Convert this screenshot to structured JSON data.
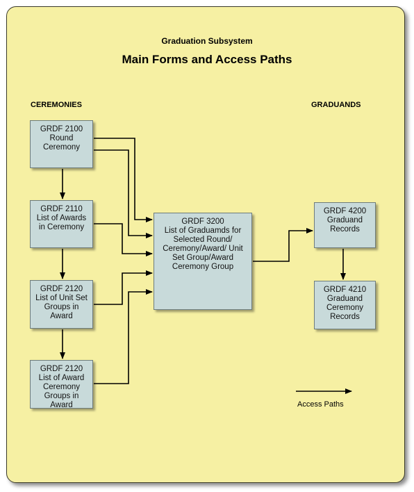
{
  "header": {
    "subtitle": "Graduation Subsystem",
    "title": "Main Forms and Access Paths"
  },
  "sections": {
    "left": "CEREMONIES",
    "right": "GRADUANDS"
  },
  "boxes": {
    "grdf2100": "GRDF 2100\nRound\nCeremony",
    "grdf2110": "GRDF 2110\nList of Awards\nin Ceremony",
    "grdf2120a": "GRDF 2120\nList of Unit Set\nGroups in\nAward",
    "grdf2120b": "GRDF 2120\nList of Award\nCeremony\nGroups in\nAward",
    "grdf3200": "GRDF 3200\nList of Graduamds for\nSelected Round/\nCeremony/Award/ Unit\nSet Group/Award\nCeremony Group",
    "grdf4200": "GRDF 4200\nGraduand\nRecords",
    "grdf4210": "GRDF 4210\nGraduand\nCeremony\nRecords"
  },
  "legend": {
    "label": "Access Paths"
  },
  "colors": {
    "panel": "#f6f0a3",
    "box": "#c8dada",
    "line": "#000000"
  }
}
